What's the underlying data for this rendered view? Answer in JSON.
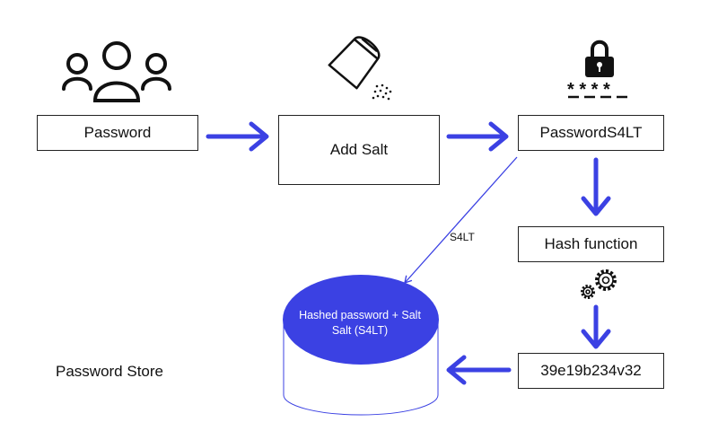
{
  "nodes": {
    "password": "Password",
    "add_salt": "Add Salt",
    "salted_password": "PasswordS4LT",
    "hash_function": "Hash function",
    "hash_value": "39e19b234v32"
  },
  "database": {
    "line1": "Hashed password + Salt",
    "line2": "Salt (S4LT)"
  },
  "edge_label": "S4LT",
  "store_label": "Password Store",
  "icons": [
    "users-icon",
    "salt-shaker-icon",
    "lock-icon",
    "masked-password-icon",
    "gears-icon"
  ],
  "colors": {
    "accent": "#3b41e3",
    "stroke": "#222222"
  }
}
